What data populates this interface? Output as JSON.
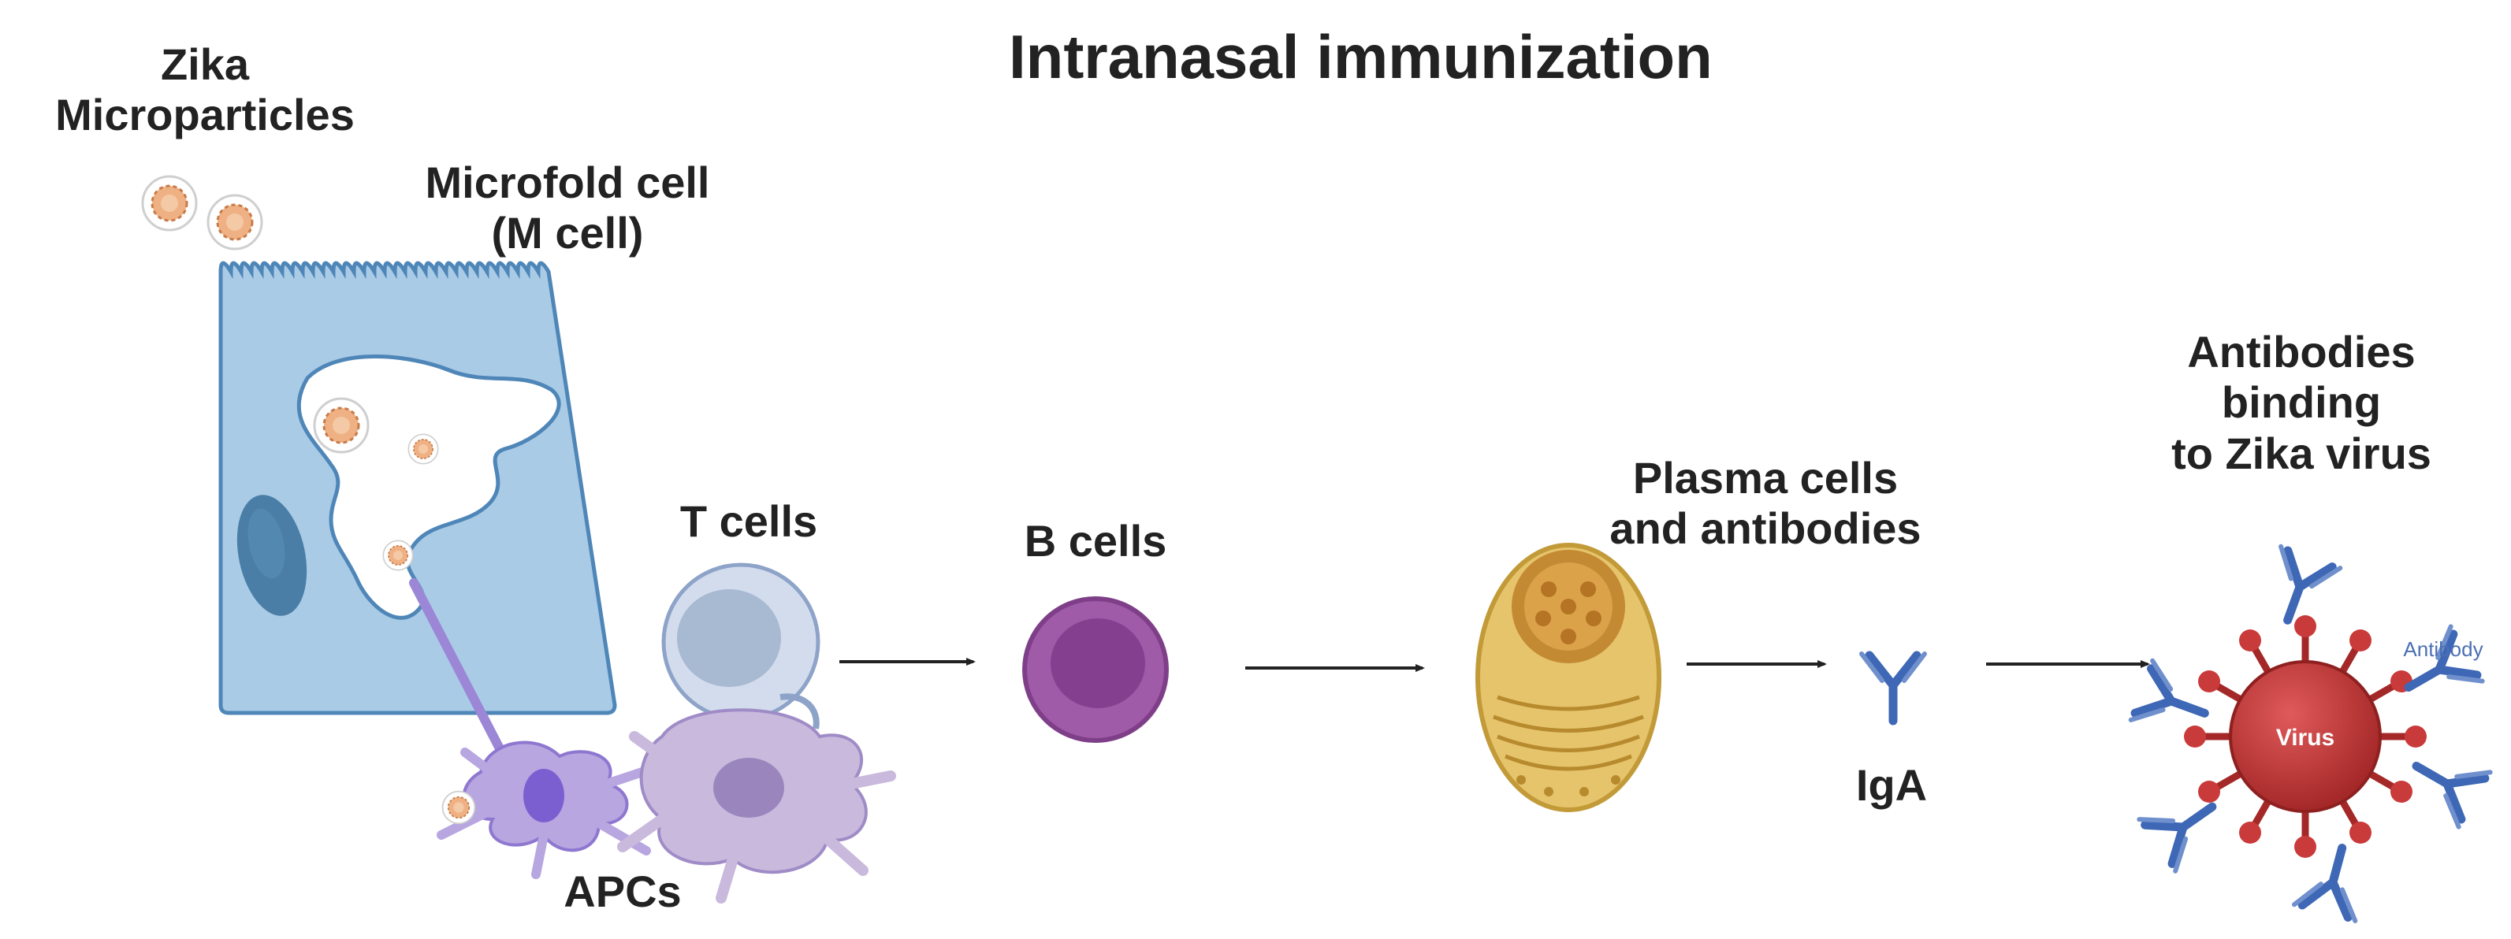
{
  "title": "Intranasal immunization",
  "labels": {
    "zika_microparticles": [
      "Zika",
      "Microparticles"
    ],
    "m_cell": [
      "Microfold cell",
      "(M cell)"
    ],
    "t_cells": "T cells",
    "apcs": "APCs",
    "b_cells": "B cells",
    "plasma": [
      "Plasma cells",
      "and antibodies"
    ],
    "iga": "IgA",
    "binding": [
      "Antibodies",
      "binding",
      "to Zika virus"
    ],
    "virus": "Virus",
    "antibody": "Antibody"
  },
  "colors": {
    "m_cell": "#a9cbe6",
    "apc": "#b7a6e0",
    "b_cell": "#9f5aa8",
    "plasma_cell": "#e6c46c",
    "antibody": "#3e67b5",
    "virus": "#c93a3a",
    "particle": "#e9a877"
  }
}
